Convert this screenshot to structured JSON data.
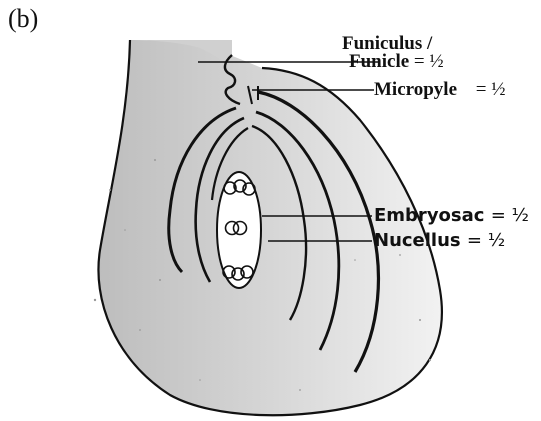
{
  "figure": {
    "label": "(b)"
  },
  "labels": {
    "funiculus_line1": "Funiculus /",
    "funicle_name": "Funicle",
    "funicle_mark": "= ½",
    "micropyle_name": "Micropyle",
    "micropyle_mark": "= ½",
    "embryosac_name": "Embryosac",
    "embryosac_mark": "= ½",
    "nucellus_name": "Nucellus",
    "nucellus_mark": "= ½"
  }
}
